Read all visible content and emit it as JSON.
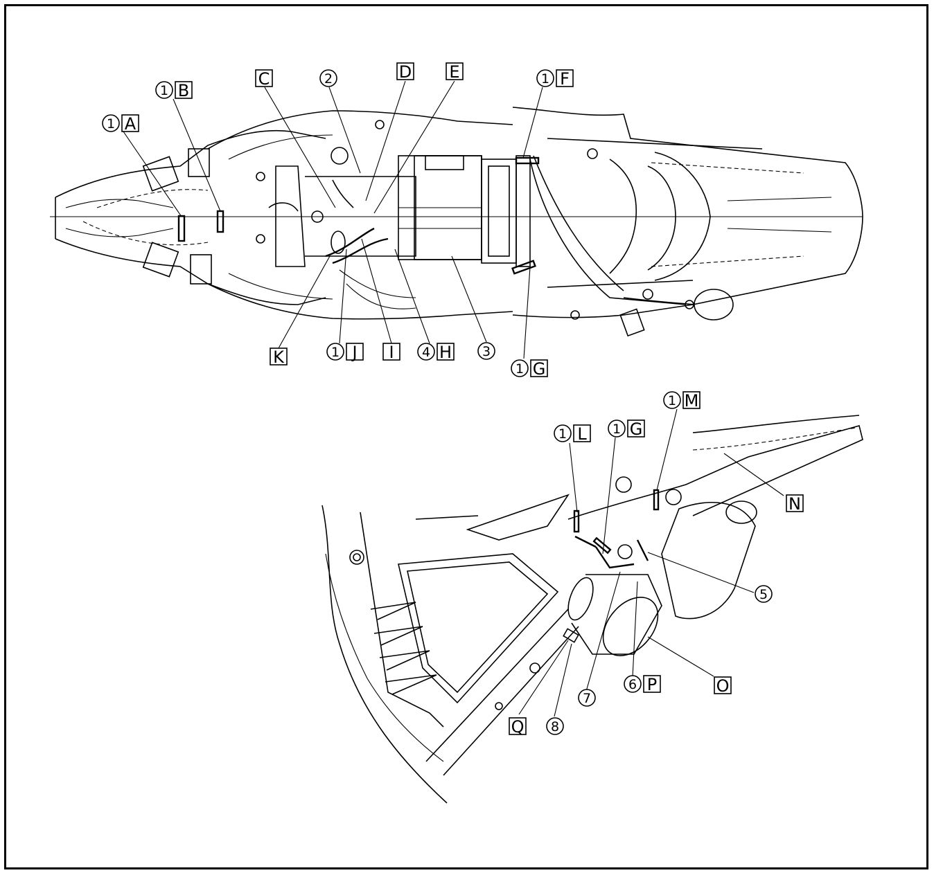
{
  "callouts": {
    "A": {
      "num": "1",
      "letter": "A"
    },
    "B": {
      "num": "1",
      "letter": "B"
    },
    "C": {
      "letter": "C"
    },
    "n2": {
      "num": "2"
    },
    "D": {
      "letter": "D"
    },
    "E": {
      "letter": "E"
    },
    "F": {
      "num": "1",
      "letter": "F"
    },
    "K": {
      "letter": "K"
    },
    "J": {
      "num": "1",
      "letter": "J"
    },
    "I": {
      "letter": "I"
    },
    "H": {
      "num": "4",
      "letter": "H"
    },
    "n3": {
      "num": "3"
    },
    "G1": {
      "num": "1",
      "letter": "G"
    },
    "M": {
      "num": "1",
      "letter": "M"
    },
    "L": {
      "num": "1",
      "letter": "L"
    },
    "G2": {
      "num": "1",
      "letter": "G"
    },
    "N": {
      "letter": "N"
    },
    "n5": {
      "num": "5"
    },
    "n7": {
      "num": "7"
    },
    "P": {
      "num": "6",
      "letter": "P"
    },
    "O": {
      "letter": "O"
    },
    "Q": {
      "letter": "Q"
    },
    "n8": {
      "num": "8"
    }
  }
}
